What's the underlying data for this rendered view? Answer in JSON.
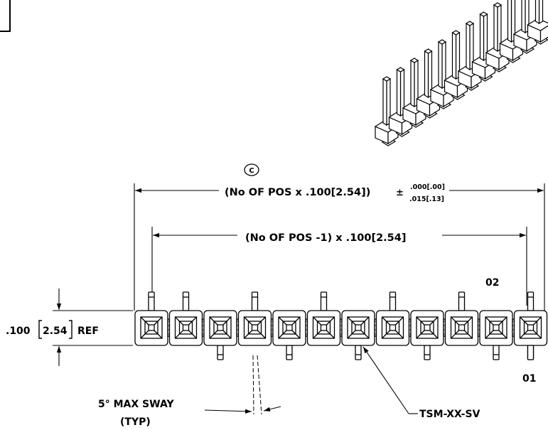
{
  "drawing": {
    "part_number": "TSM-XX-SV",
    "revision_mark": "C",
    "overall_dimension": {
      "text": "(No OF POS x .100[2.54])",
      "tolerance_symbol": "±",
      "tolerance_upper": ".000[.00]",
      "tolerance_lower": ".015[.13]"
    },
    "pitch_dimension": {
      "text": "(No OF POS -1) x .100[2.54]"
    },
    "height_dimension": {
      "value": ".100",
      "metric": "2.54",
      "suffix": "REF"
    },
    "sway_note": {
      "line1": "5° MAX SWAY",
      "line2": "(TYP)"
    },
    "pin_labels": {
      "pin_02": "02",
      "pin_01": "01"
    },
    "pin_count_shown": 12,
    "line_color": "#000000"
  }
}
